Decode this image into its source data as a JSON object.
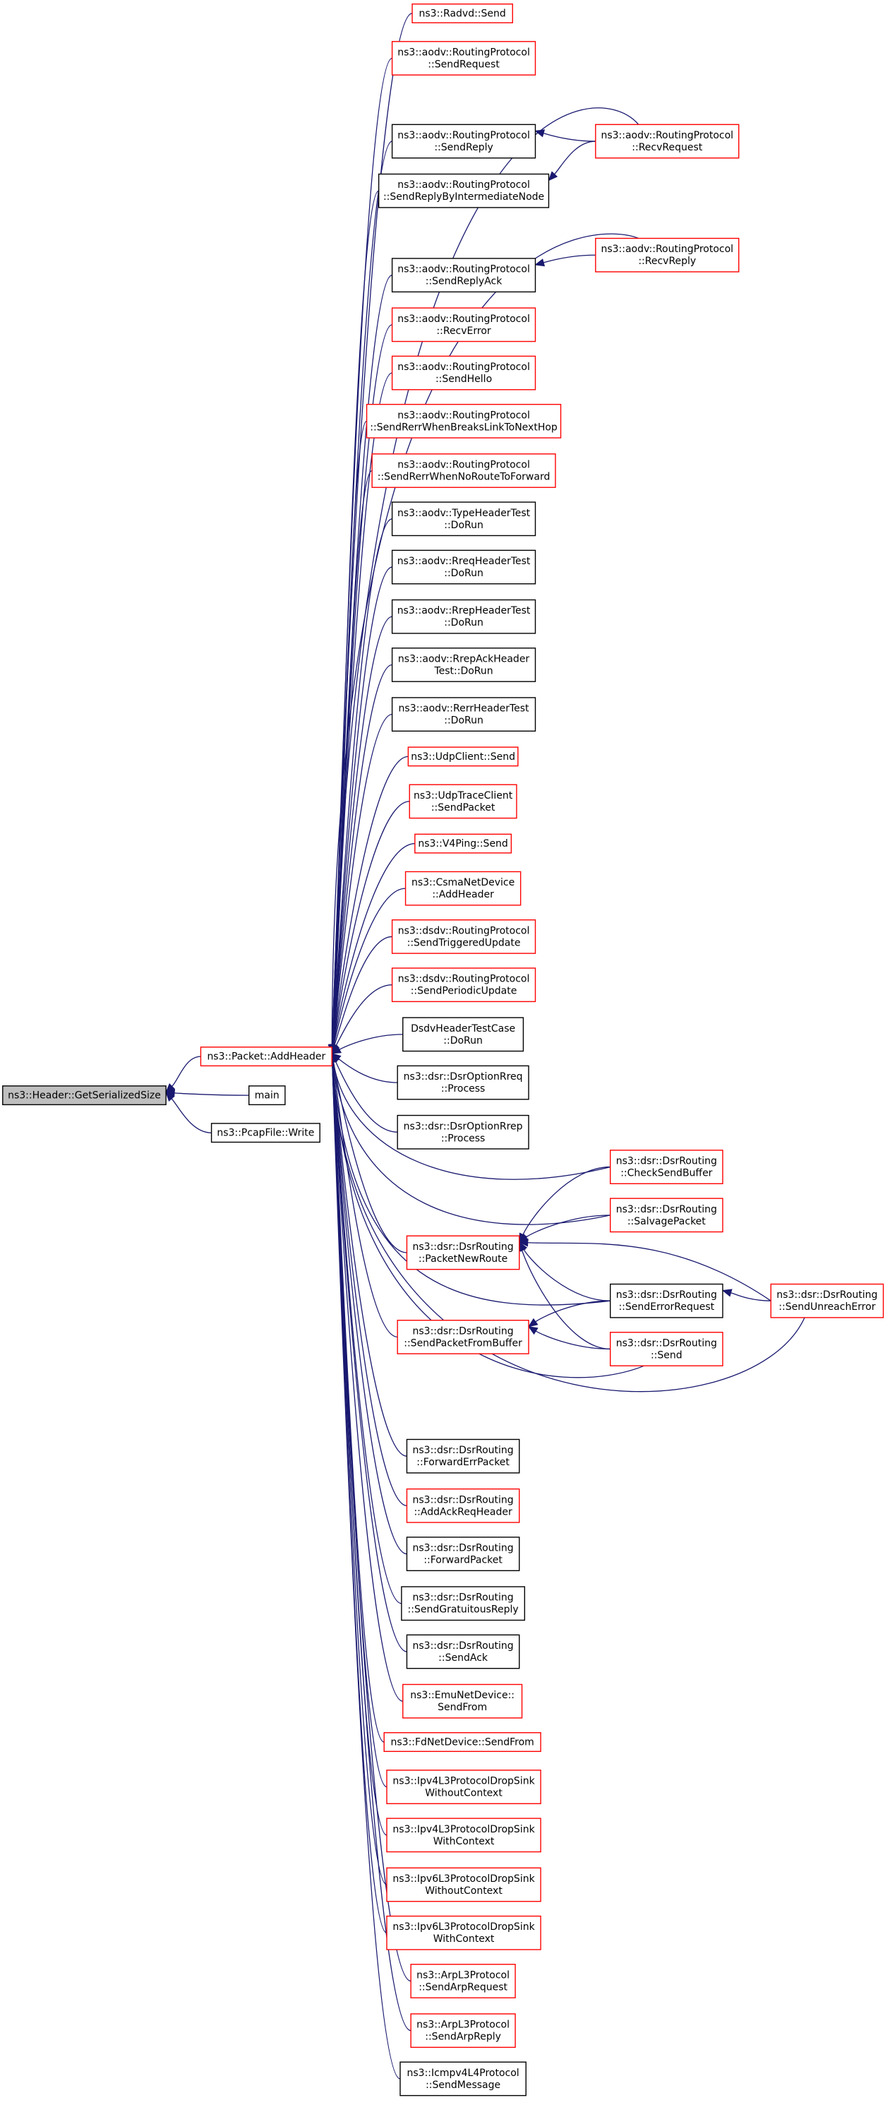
{
  "colors": {
    "edge": "#191970",
    "border_linked": "#ff0000",
    "border_plain": "#000000",
    "root_fill": "#bfbfbf",
    "node_fill": "#ffffff"
  },
  "nodes": [
    {
      "id": "root",
      "lines": [
        "ns3::Header::GetSerializedSize"
      ],
      "style": "root"
    },
    {
      "id": "addheader",
      "lines": [
        "ns3::Packet::AddHeader"
      ],
      "style": "red"
    },
    {
      "id": "main",
      "lines": [
        "main"
      ],
      "style": "black"
    },
    {
      "id": "pcapwrite",
      "lines": [
        "ns3::PcapFile::Write"
      ],
      "style": "black"
    },
    {
      "id": "radvdsend",
      "lines": [
        "ns3::Radvd::Send"
      ],
      "style": "red"
    },
    {
      "id": "aodvsendrequest",
      "lines": [
        "ns3::aodv::RoutingProtocol",
        "::SendRequest"
      ],
      "style": "red"
    },
    {
      "id": "aodvsendreply",
      "lines": [
        "ns3::aodv::RoutingProtocol",
        "::SendReply"
      ],
      "style": "black"
    },
    {
      "id": "aodvrecvrequest",
      "lines": [
        "ns3::aodv::RoutingProtocol",
        "::RecvRequest"
      ],
      "style": "red"
    },
    {
      "id": "aodvsendreplyintermediate",
      "lines": [
        "ns3::aodv::RoutingProtocol",
        "::SendReplyByIntermediateNode"
      ],
      "style": "black"
    },
    {
      "id": "aodvsendreplyack",
      "lines": [
        "ns3::aodv::RoutingProtocol",
        "::SendReplyAck"
      ],
      "style": "black"
    },
    {
      "id": "aodvrecvreply",
      "lines": [
        "ns3::aodv::RoutingProtocol",
        "::RecvReply"
      ],
      "style": "red"
    },
    {
      "id": "aodvrecverror",
      "lines": [
        "ns3::aodv::RoutingProtocol",
        "::RecvError"
      ],
      "style": "red"
    },
    {
      "id": "aodvsendhello",
      "lines": [
        "ns3::aodv::RoutingProtocol",
        "::SendHello"
      ],
      "style": "red"
    },
    {
      "id": "aodvrerrbreaks",
      "lines": [
        "ns3::aodv::RoutingProtocol",
        "::SendRerrWhenBreaksLinkToNextHop"
      ],
      "style": "red"
    },
    {
      "id": "aodvrerrnoroute",
      "lines": [
        "ns3::aodv::RoutingProtocol",
        "::SendRerrWhenNoRouteToForward"
      ],
      "style": "red"
    },
    {
      "id": "aodvtypetest",
      "lines": [
        "ns3::aodv::TypeHeaderTest",
        "::DoRun"
      ],
      "style": "black"
    },
    {
      "id": "aodvrreqtest",
      "lines": [
        "ns3::aodv::RreqHeaderTest",
        "::DoRun"
      ],
      "style": "black"
    },
    {
      "id": "aodvrreptest",
      "lines": [
        "ns3::aodv::RrepHeaderTest",
        "::DoRun"
      ],
      "style": "black"
    },
    {
      "id": "aodvrrepacktest",
      "lines": [
        "ns3::aodv::RrepAckHeader",
        "Test::DoRun"
      ],
      "style": "black"
    },
    {
      "id": "aodvrerrtest",
      "lines": [
        "ns3::aodv::RerrHeaderTest",
        "::DoRun"
      ],
      "style": "black"
    },
    {
      "id": "udpclientsend",
      "lines": [
        "ns3::UdpClient::Send"
      ],
      "style": "red"
    },
    {
      "id": "udptraceclient",
      "lines": [
        "ns3::UdpTraceClient",
        "::SendPacket"
      ],
      "style": "red"
    },
    {
      "id": "v4pingsend",
      "lines": [
        "ns3::V4Ping::Send"
      ],
      "style": "red"
    },
    {
      "id": "csmaaddheader",
      "lines": [
        "ns3::CsmaNetDevice",
        "::AddHeader"
      ],
      "style": "red"
    },
    {
      "id": "dsdvtriggered",
      "lines": [
        "ns3::dsdv::RoutingProtocol",
        "::SendTriggeredUpdate"
      ],
      "style": "red"
    },
    {
      "id": "dsdvperiodic",
      "lines": [
        "ns3::dsdv::RoutingProtocol",
        "::SendPeriodicUpdate"
      ],
      "style": "red"
    },
    {
      "id": "dsdvtestcase",
      "lines": [
        "DsdvHeaderTestCase",
        "::DoRun"
      ],
      "style": "black"
    },
    {
      "id": "dsrrreqprocess",
      "lines": [
        "ns3::dsr::DsrOptionRreq",
        "::Process"
      ],
      "style": "black"
    },
    {
      "id": "dsrrrepprocess",
      "lines": [
        "ns3::dsr::DsrOptionRrep",
        "::Process"
      ],
      "style": "black"
    },
    {
      "id": "dsrchecksendbuffer",
      "lines": [
        "ns3::dsr::DsrRouting",
        "::CheckSendBuffer"
      ],
      "style": "red"
    },
    {
      "id": "dsrsalvage",
      "lines": [
        "ns3::dsr::DsrRouting",
        "::SalvagePacket"
      ],
      "style": "red"
    },
    {
      "id": "dsrpacketnewroute",
      "lines": [
        "ns3::dsr::DsrRouting",
        "::PacketNewRoute"
      ],
      "style": "red"
    },
    {
      "id": "dsrsenderrorrequest",
      "lines": [
        "ns3::dsr::DsrRouting",
        "::SendErrorRequest"
      ],
      "style": "black"
    },
    {
      "id": "dsrsendunreach",
      "lines": [
        "ns3::dsr::DsrRouting",
        "::SendUnreachError"
      ],
      "style": "red"
    },
    {
      "id": "dsrsendpacketfrombuffer",
      "lines": [
        "ns3::dsr::DsrRouting",
        "::SendPacketFromBuffer"
      ],
      "style": "red"
    },
    {
      "id": "dsrsend",
      "lines": [
        "ns3::dsr::DsrRouting",
        "::Send"
      ],
      "style": "red"
    },
    {
      "id": "dsrforwarderr",
      "lines": [
        "ns3::dsr::DsrRouting",
        "::ForwardErrPacket"
      ],
      "style": "black"
    },
    {
      "id": "dsraddackreq",
      "lines": [
        "ns3::dsr::DsrRouting",
        "::AddAckReqHeader"
      ],
      "style": "red"
    },
    {
      "id": "dsrforwardpacket",
      "lines": [
        "ns3::dsr::DsrRouting",
        "::ForwardPacket"
      ],
      "style": "black"
    },
    {
      "id": "dsrgratuitous",
      "lines": [
        "ns3::dsr::DsrRouting",
        "::SendGratuitousReply"
      ],
      "style": "black"
    },
    {
      "id": "dsrsendack",
      "lines": [
        "ns3::dsr::DsrRouting",
        "::SendAck"
      ],
      "style": "black"
    },
    {
      "id": "emusendfrom",
      "lines": [
        "ns3::EmuNetDevice::",
        "SendFrom"
      ],
      "style": "red"
    },
    {
      "id": "fdsendfrom",
      "lines": [
        "ns3::FdNetDevice::SendFrom"
      ],
      "style": "red"
    },
    {
      "id": "ipv4dropwithout",
      "lines": [
        "ns3::Ipv4L3ProtocolDropSink",
        "WithoutContext"
      ],
      "style": "red"
    },
    {
      "id": "ipv4dropwith",
      "lines": [
        "ns3::Ipv4L3ProtocolDropSink",
        "WithContext"
      ],
      "style": "red"
    },
    {
      "id": "ipv6dropwithout",
      "lines": [
        "ns3::Ipv6L3ProtocolDropSink",
        "WithoutContext"
      ],
      "style": "red"
    },
    {
      "id": "ipv6dropwith",
      "lines": [
        "ns3::Ipv6L3ProtocolDropSink",
        "WithContext"
      ],
      "style": "red"
    },
    {
      "id": "arpsendrequest",
      "lines": [
        "ns3::ArpL3Protocol",
        "::SendArpRequest"
      ],
      "style": "red"
    },
    {
      "id": "arpsendreply",
      "lines": [
        "ns3::ArpL3Protocol",
        "::SendArpReply"
      ],
      "style": "red"
    },
    {
      "id": "icmpsendmessage",
      "lines": [
        "ns3::Icmpv4L4Protocol",
        "::SendMessage"
      ],
      "style": "black"
    }
  ],
  "edges": [
    {
      "from": "addheader",
      "to": "root"
    },
    {
      "from": "main",
      "to": "root"
    },
    {
      "from": "pcapwrite",
      "to": "root"
    },
    {
      "from": "radvdsend",
      "to": "addheader"
    },
    {
      "from": "aodvsendrequest",
      "to": "addheader"
    },
    {
      "from": "aodvrecvrequest",
      "to": "addheader"
    },
    {
      "from": "aodvsendreply",
      "to": "addheader"
    },
    {
      "from": "aodvsendreplyintermediate",
      "to": "addheader"
    },
    {
      "from": "aodvrecvreply",
      "to": "addheader"
    },
    {
      "from": "aodvsendreplyack",
      "to": "addheader"
    },
    {
      "from": "aodvrecverror",
      "to": "addheader"
    },
    {
      "from": "aodvsendhello",
      "to": "addheader"
    },
    {
      "from": "aodvrerrbreaks",
      "to": "addheader"
    },
    {
      "from": "aodvrerrnoroute",
      "to": "addheader"
    },
    {
      "from": "aodvtypetest",
      "to": "addheader"
    },
    {
      "from": "aodvrreqtest",
      "to": "addheader"
    },
    {
      "from": "aodvrreptest",
      "to": "addheader"
    },
    {
      "from": "aodvrrepacktest",
      "to": "addheader"
    },
    {
      "from": "aodvrerrtest",
      "to": "addheader"
    },
    {
      "from": "udpclientsend",
      "to": "addheader"
    },
    {
      "from": "udptraceclient",
      "to": "addheader"
    },
    {
      "from": "v4pingsend",
      "to": "addheader"
    },
    {
      "from": "csmaaddheader",
      "to": "addheader"
    },
    {
      "from": "dsdvtriggered",
      "to": "addheader"
    },
    {
      "from": "dsdvperiodic",
      "to": "addheader"
    },
    {
      "from": "dsdvtestcase",
      "to": "addheader"
    },
    {
      "from": "dsrrreqprocess",
      "to": "addheader"
    },
    {
      "from": "dsrrrepprocess",
      "to": "addheader"
    },
    {
      "from": "dsrchecksendbuffer",
      "to": "addheader"
    },
    {
      "from": "dsrsalvage",
      "to": "addheader"
    },
    {
      "from": "dsrpacketnewroute",
      "to": "addheader"
    },
    {
      "from": "dsrsenderrorrequest",
      "to": "addheader"
    },
    {
      "from": "dsrsendpacketfrombuffer",
      "to": "addheader"
    },
    {
      "from": "dsrsend",
      "to": "addheader"
    },
    {
      "from": "dsrsendunreach",
      "to": "addheader"
    },
    {
      "from": "dsrforwarderr",
      "to": "addheader"
    },
    {
      "from": "dsraddackreq",
      "to": "addheader"
    },
    {
      "from": "dsrforwardpacket",
      "to": "addheader"
    },
    {
      "from": "dsrgratuitous",
      "to": "addheader"
    },
    {
      "from": "dsrsendack",
      "to": "addheader"
    },
    {
      "from": "emusendfrom",
      "to": "addheader"
    },
    {
      "from": "fdsendfrom",
      "to": "addheader"
    },
    {
      "from": "ipv4dropwithout",
      "to": "addheader"
    },
    {
      "from": "ipv4dropwith",
      "to": "addheader"
    },
    {
      "from": "ipv6dropwithout",
      "to": "addheader"
    },
    {
      "from": "ipv6dropwith",
      "to": "addheader"
    },
    {
      "from": "arpsendrequest",
      "to": "addheader"
    },
    {
      "from": "arpsendreply",
      "to": "addheader"
    },
    {
      "from": "icmpsendmessage",
      "to": "addheader"
    },
    {
      "from": "aodvrecvrequest",
      "to": "aodvsendreply"
    },
    {
      "from": "aodvrecvrequest",
      "to": "aodvsendreplyintermediate"
    },
    {
      "from": "aodvrecvreply",
      "to": "aodvsendreplyack"
    },
    {
      "from": "dsrchecksendbuffer",
      "to": "dsrpacketnewroute"
    },
    {
      "from": "dsrsalvage",
      "to": "dsrpacketnewroute"
    },
    {
      "from": "dsrsenderrorrequest",
      "to": "dsrpacketnewroute"
    },
    {
      "from": "dsrsendunreach",
      "to": "dsrpacketnewroute"
    },
    {
      "from": "dsrsend",
      "to": "dsrpacketnewroute"
    },
    {
      "from": "dsrsenderrorrequest",
      "to": "dsrsendpacketfrombuffer"
    },
    {
      "from": "dsrsend",
      "to": "dsrsendpacketfrombuffer"
    },
    {
      "from": "dsrsendunreach",
      "to": "dsrsenderrorrequest"
    }
  ]
}
